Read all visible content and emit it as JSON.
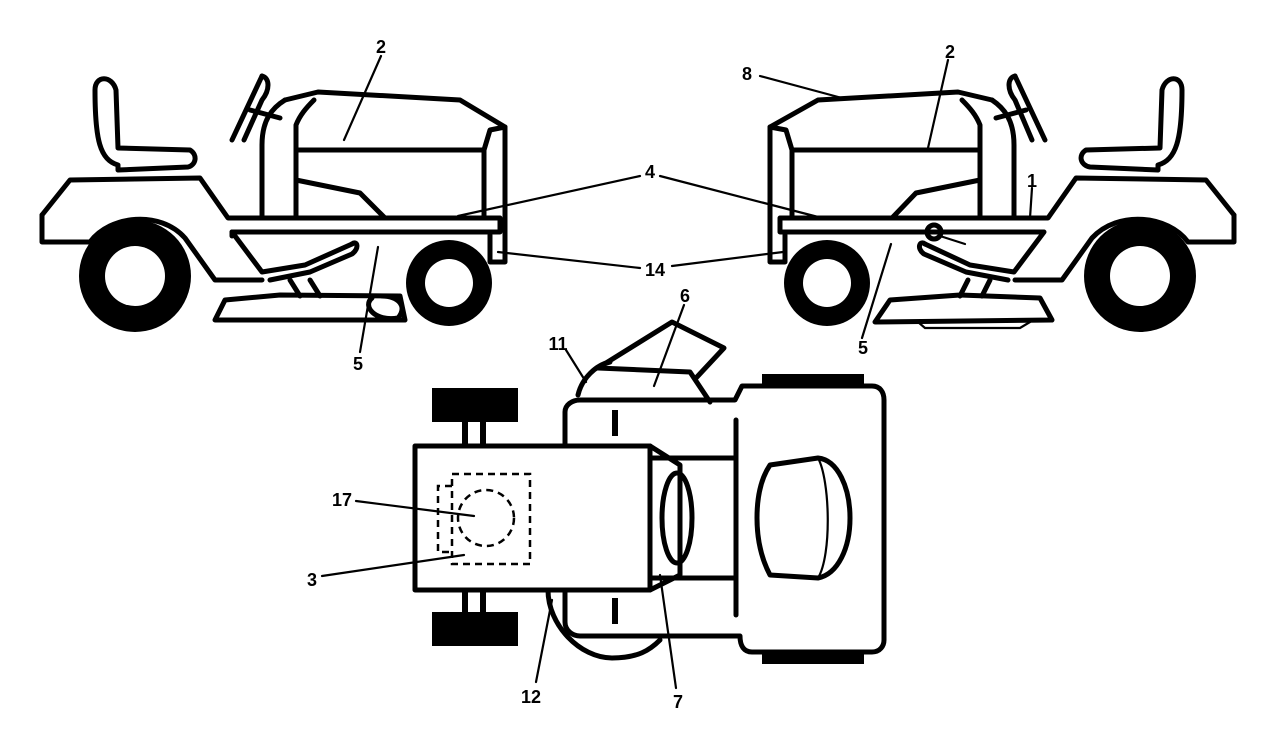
{
  "callouts": {
    "c1": "1",
    "c2_left": "2",
    "c2_right": "2",
    "c3": "3",
    "c4": "4",
    "c5_left": "5",
    "c5_right": "5",
    "c6": "6",
    "c7": "7",
    "c8": "8",
    "c11": "11",
    "c12": "12",
    "c14": "14",
    "c17": "17"
  }
}
